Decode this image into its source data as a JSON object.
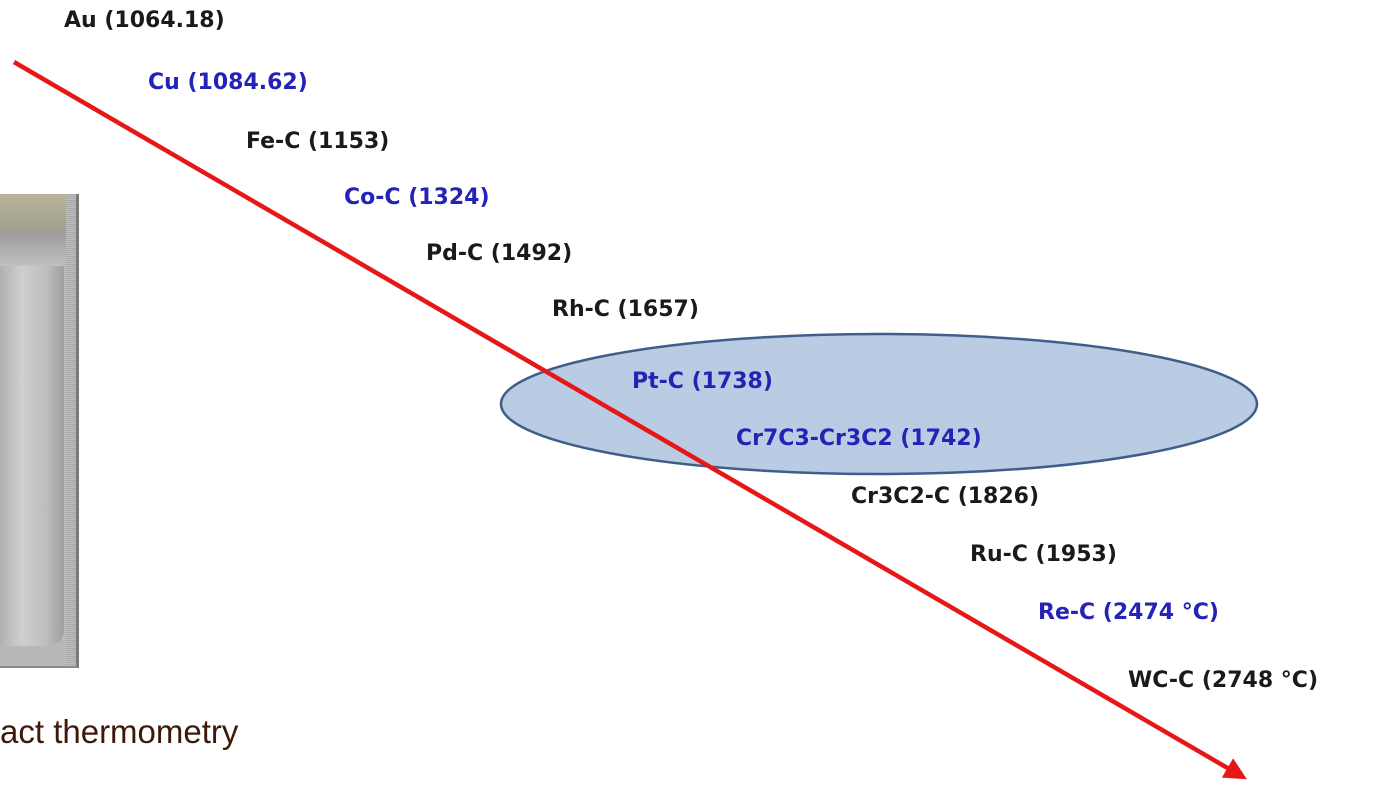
{
  "colors": {
    "arrow": "#e81717",
    "ellipse_fill": "#b9cce4",
    "ellipse_stroke": "#3e5f8a",
    "label_black": "#1a1a1a",
    "label_blue": "#2323b8",
    "caption": "#3d1a08"
  },
  "fixed_points": [
    {
      "label": "Au (1064.18)",
      "color": "black"
    },
    {
      "label": "Cu (1084.62)",
      "color": "blue"
    },
    {
      "label": "Fe-C (1153)",
      "color": "black"
    },
    {
      "label": "Co-C (1324)",
      "color": "blue"
    },
    {
      "label": "Pd-C (1492)",
      "color": "black"
    },
    {
      "label": "Rh-C (1657)",
      "color": "black"
    },
    {
      "label": "Pt-C (1738)",
      "color": "blue"
    },
    {
      "label": "Cr7C3-Cr3C2 (1742)",
      "color": "blue"
    },
    {
      "label": "Cr3C2-C (1826)",
      "color": "black"
    },
    {
      "label": "Ru-C (1953)",
      "color": "black"
    },
    {
      "label": "Re-C (2474 °C)",
      "color": "blue"
    },
    {
      "label": "WC-C (2748 °C)",
      "color": "black"
    }
  ],
  "highlighted": [
    "Pt-C (1738)",
    "Cr7C3-Cr3C2 (1742)"
  ],
  "caption": "act thermometry",
  "photo_icon": "crucible-photo"
}
